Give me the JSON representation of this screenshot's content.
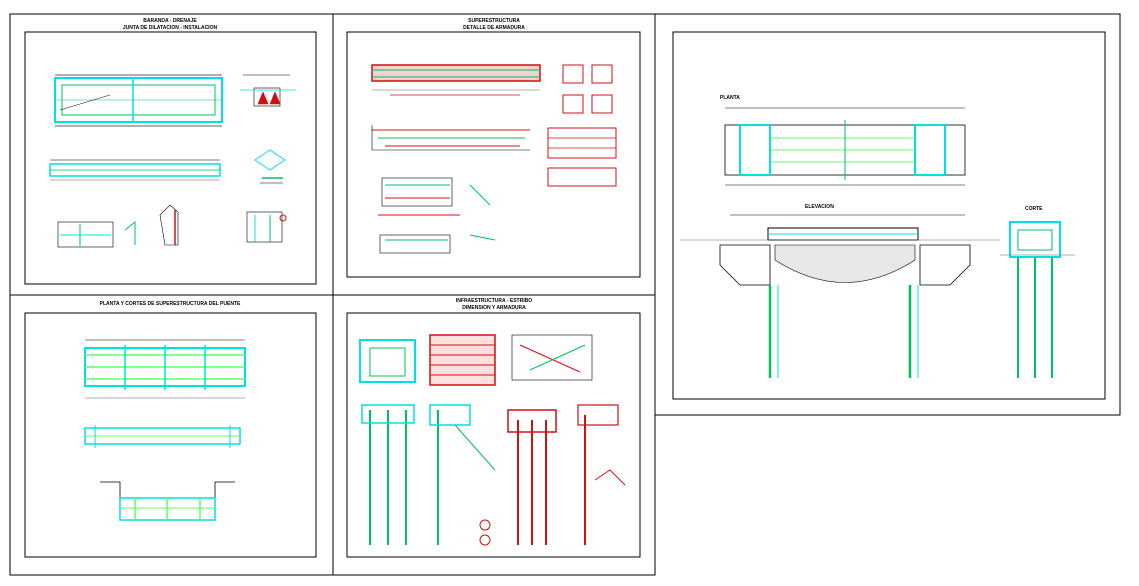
{
  "sheet": {
    "title": "Bridge drawing set",
    "colors": {
      "background": "#ffffff",
      "border": "#000000",
      "rebar_cyan": "#00e0e0",
      "rebar_green": "#00c060",
      "section_red": "#d01010",
      "dim_gray": "#606060",
      "light_green": "#60ff60"
    }
  },
  "panels": {
    "losa_apoyo": {
      "title": "BARANDA - DRENAJE",
      "subtitle": "JUNTA DE DILATACION - INSTALACION"
    },
    "superestructura_detalle": {
      "title": "SUPERESTRUCTURA",
      "subtitle": "DETALLE DE ARMADURA"
    },
    "planta_corte": {
      "title": "PLANTA Y CORTES DE SUPERESTRUCTURA DEL PUENTE"
    },
    "infraestructura": {
      "title": "INFRAESTRUCTURA - ESTRIBO",
      "subtitle": "DIMENSION Y ARMADURA"
    },
    "general": {
      "plan_label": "PLANTA",
      "elevation_label": "ELEVACION",
      "section_label": "CORTE"
    }
  }
}
